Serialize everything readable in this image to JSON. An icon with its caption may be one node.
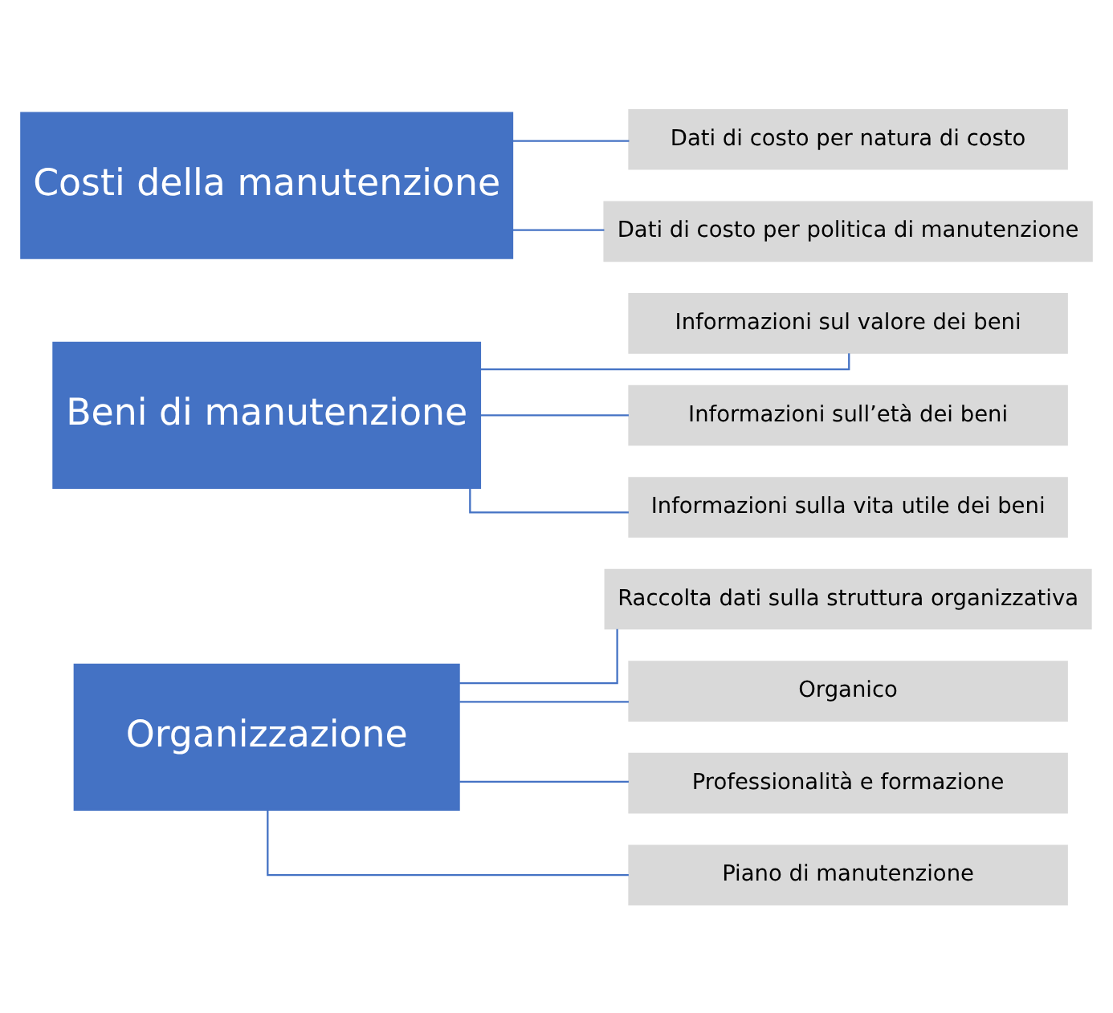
{
  "diagram": {
    "nodes": [
      {
        "text": [
          "Organizzazione"
        ]
      },
      {
        "text": [
          "Raccolta dati sulla struttura organizzativa"
        ]
      },
      {
        "text": [
          "Organico"
        ]
      },
      {
        "text": [
          "Professionalità e formazione"
        ]
      },
      {
        "text": [
          "Piano di manutenzione"
        ]
      },
      {
        "text": [
          "Beni di manutenzione"
        ]
      },
      {
        "text": [
          "Informazioni sul valore dei beni"
        ]
      },
      {
        "text": [
          "Informazioni sull’età dei beni"
        ]
      },
      {
        "text": [
          "Informazioni sulla vita utile dei beni"
        ]
      },
      {
        "text": [
          "Costi della manutenzione"
        ]
      },
      {
        "text": [
          "Dati di costo per natura di costo"
        ]
      },
      {
        "text": [
          "Dati di costo per politica di manutenzione"
        ]
      }
    ],
    "edges": [
      {
        "from": 0,
        "to": 1,
        "arrow": "none"
      },
      {
        "from": 0,
        "to": 2,
        "arrow": "none"
      },
      {
        "from": 0,
        "to": 3,
        "arrow": "none"
      },
      {
        "from": 0,
        "to": 4,
        "arrow": "none"
      },
      {
        "from": 5,
        "to": 6,
        "arrow": "none"
      },
      {
        "from": 5,
        "to": 7,
        "arrow": "none"
      },
      {
        "from": 5,
        "to": 8,
        "arrow": "none"
      },
      {
        "from": 9,
        "to": 10,
        "arrow": "none"
      },
      {
        "from": 9,
        "to": 11,
        "arrow": "none"
      }
    ]
  }
}
